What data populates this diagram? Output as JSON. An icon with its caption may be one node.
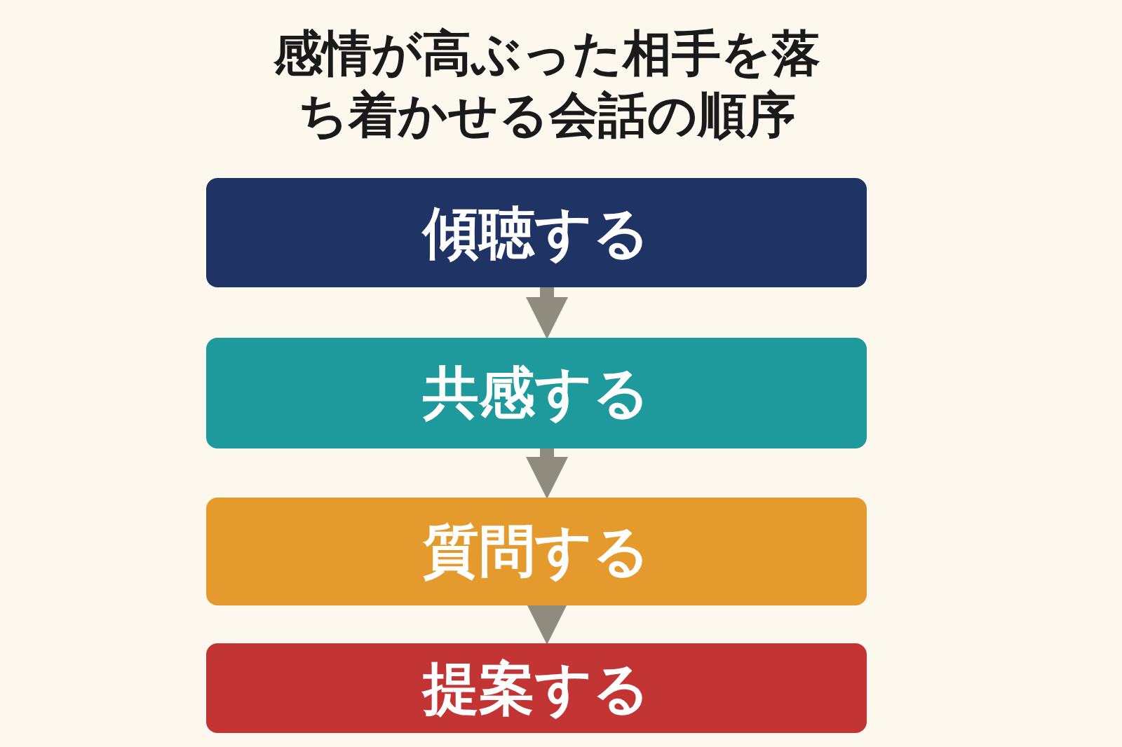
{
  "diagram": {
    "title": "感情が高ぶった相手を落ち着かせる会話の順序",
    "nodes": [
      {
        "text": [
          "傾聴する"
        ]
      },
      {
        "text": [
          "共感する"
        ]
      },
      {
        "text": [
          "質問する"
        ]
      },
      {
        "text": [
          "提案する"
        ]
      }
    ],
    "edges": [
      {
        "from": 0,
        "to": 1,
        "arrow": "to"
      },
      {
        "from": 1,
        "to": 2,
        "arrow": "to"
      },
      {
        "from": 2,
        "to": 3,
        "arrow": "to"
      }
    ]
  }
}
